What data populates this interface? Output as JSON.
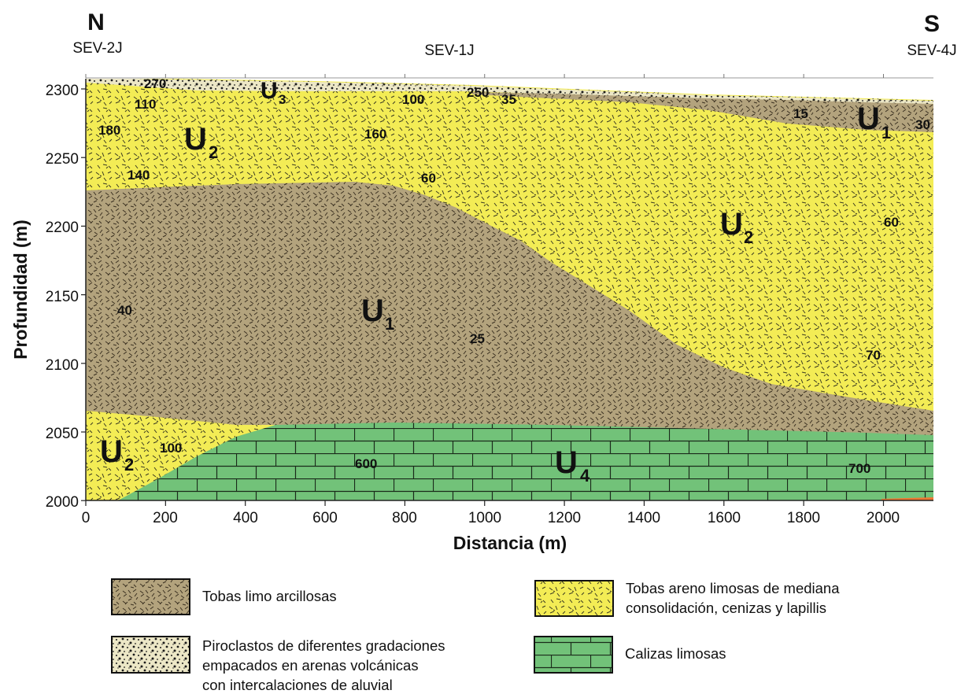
{
  "header": {
    "north": "N",
    "south": "S",
    "soundings": [
      "SEV-2J",
      "SEV-1J",
      "SEV-4J"
    ]
  },
  "axes": {
    "ylabel": "Profundidad (m)",
    "xlabel": "Distancia (m)",
    "yticks": [
      "2300",
      "2250",
      "2200",
      "2150",
      "2100",
      "2050",
      "2000"
    ],
    "xticks": [
      "0",
      "200",
      "400",
      "600",
      "800",
      "1000",
      "1200",
      "1400",
      "1600",
      "1800",
      "2000"
    ]
  },
  "units": [
    {
      "letter": "U",
      "sub": "3"
    },
    {
      "letter": "U",
      "sub": "2"
    },
    {
      "letter": "U",
      "sub": "1"
    },
    {
      "letter": "U",
      "sub": "1"
    },
    {
      "letter": "U",
      "sub": "2"
    },
    {
      "letter": "U",
      "sub": "2"
    },
    {
      "letter": "U",
      "sub": "4"
    }
  ],
  "resistivity_labels": [
    "270",
    "110",
    "180",
    "140",
    "100",
    "250",
    "35",
    "160",
    "60",
    "15",
    "30",
    "60",
    "40",
    "25",
    "70",
    "100",
    "600",
    "700"
  ],
  "legend": {
    "items": [
      {
        "lines": [
          "Tobas limo arcillosas"
        ]
      },
      {
        "lines": [
          "Tobas areno limosas de mediana",
          "consolidación, cenizas y lapillis"
        ]
      },
      {
        "lines": [
          "Piroclastos de diferentes gradaciones",
          "empacados en arenas volcánicas",
          "con intercalaciones de aluvial"
        ]
      },
      {
        "lines": [
          "Calizas limosas"
        ]
      }
    ]
  },
  "colors": {
    "tobas_limo": "#b3a37d",
    "tobas_areno": "#f3ec55",
    "piroclastos": "#ece7c6",
    "calizas": "#72c279"
  }
}
